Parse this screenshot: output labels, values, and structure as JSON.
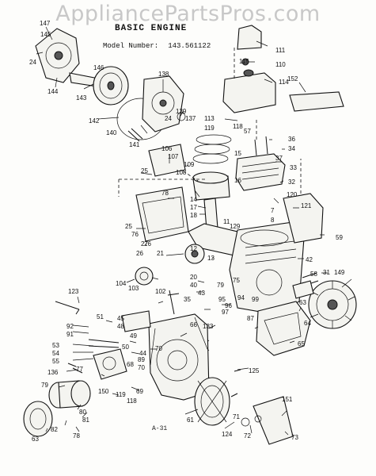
{
  "watermark": "AppliancePartsPros.com",
  "title": "BASIC ENGINE",
  "model_label": "Model Number:",
  "model_number": "143.561122",
  "page_code": "A-31",
  "callouts": [
    "147",
    "145",
    "146",
    "24",
    "144",
    "143",
    "138",
    "142",
    "139",
    "137",
    "141",
    "140",
    "111",
    "115",
    "110",
    "114",
    "152",
    "113",
    "118",
    "119",
    "57",
    "36",
    "34",
    "37",
    "33",
    "32",
    "106",
    "107",
    "108",
    "109",
    "25",
    "15",
    "16",
    "14",
    "78",
    "120",
    "121",
    "17",
    "18",
    "7",
    "8",
    "25",
    "76",
    "27",
    "26",
    "129",
    "11",
    "59",
    "12",
    "21",
    "13",
    "42",
    "31",
    "104",
    "103",
    "102",
    "20",
    "40",
    "43",
    "149",
    "123",
    "79",
    "35",
    "95",
    "64",
    "65",
    "63",
    "51",
    "45",
    "48",
    "92",
    "91",
    "53",
    "54",
    "55",
    "49",
    "50",
    "66",
    "44",
    "89",
    "70",
    "133",
    "125",
    "136",
    "77",
    "150",
    "119",
    "69",
    "118",
    "79",
    "80",
    "81",
    "82",
    "63",
    "78",
    "61",
    "124",
    "71",
    "72",
    "151",
    "73",
    "97",
    "87",
    "26",
    "96",
    "94",
    "58",
    "70",
    "68",
    "75",
    "99",
    "24"
  ]
}
